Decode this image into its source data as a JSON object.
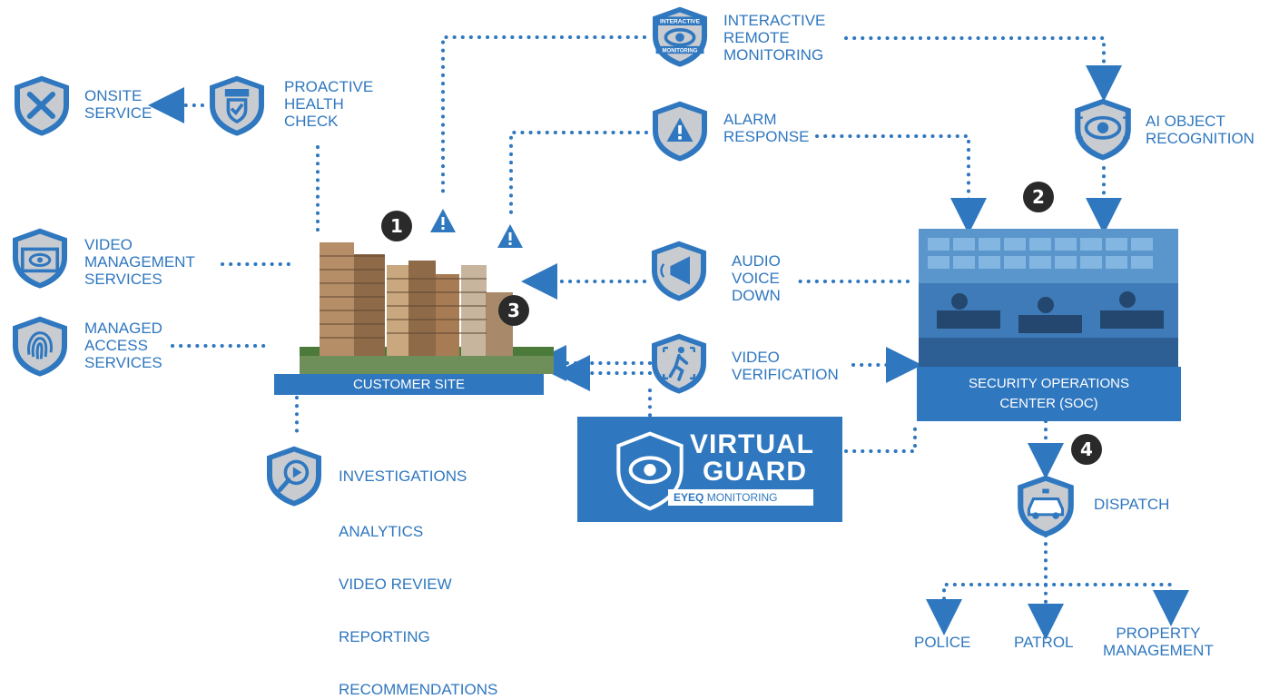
{
  "services": {
    "onsite": [
      "ONSITE",
      "SERVICE"
    ],
    "health": [
      "PROACTIVE",
      "HEALTH",
      "CHECK"
    ],
    "vms": [
      "VIDEO",
      "MANAGEMENT",
      "SERVICES"
    ],
    "access": [
      "MANAGED",
      "ACCESS",
      "SERVICES"
    ],
    "interactive": [
      "INTERACTIVE",
      "REMOTE",
      "MONITORING"
    ],
    "interactive_badge": [
      "INTERACTIVE",
      "MONITORING"
    ],
    "alarm": [
      "ALARM",
      "RESPONSE"
    ],
    "ai": [
      "AI OBJECT",
      "RECOGNITION"
    ],
    "audio": [
      "AUDIO",
      "VOICE",
      "DOWN"
    ],
    "verify": [
      "VIDEO",
      "VERIFICATION"
    ],
    "dispatch": "DISPATCH"
  },
  "customer_site": "CUSTOMER SITE",
  "soc": [
    "SECURITY OPERATIONS",
    "CENTER (SOC)"
  ],
  "steps": [
    "1",
    "2",
    "3",
    "4"
  ],
  "investigations": [
    "INVESTIGATIONS",
    "ANALYTICS",
    "VIDEO REVIEW",
    "REPORTING",
    "RECOMMENDATIONS"
  ],
  "dispatch_targets": {
    "police": "POLICE",
    "patrol": "PATROL",
    "property": [
      "PROPERTY",
      "MANAGEMENT"
    ]
  },
  "brand": {
    "line1": "VIRTUAL",
    "line2": "GUARD",
    "badge_bold": "EYEQ",
    "badge_rest": "MONITORING"
  },
  "colors": {
    "accent": "#2f77bf",
    "shield_fill": "#c8ccd1",
    "step": "#2a2a2a"
  }
}
